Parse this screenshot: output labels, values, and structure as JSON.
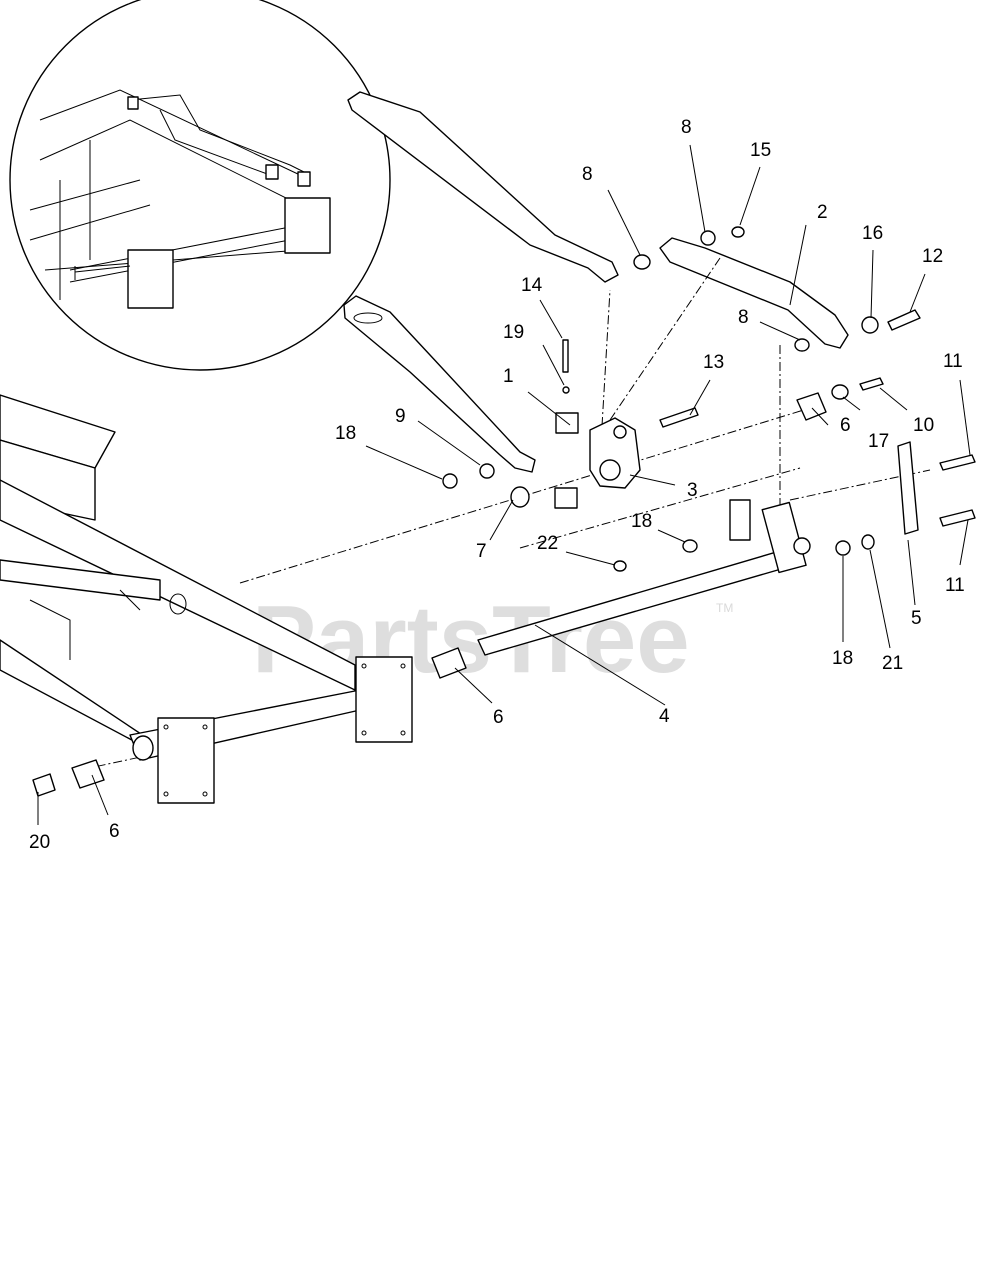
{
  "watermark": {
    "text": "PartsTree",
    "trademark": "TM"
  },
  "callouts": {
    "c1": "1",
    "c2": "2",
    "c3": "3",
    "c4": "4",
    "c5": "5",
    "c6a": "6",
    "c6b": "6",
    "c6c": "6",
    "c7": "7",
    "c8a": "8",
    "c8b": "8",
    "c8c": "8",
    "c9": "9",
    "c10": "10",
    "c11a": "11",
    "c11b": "11",
    "c12": "12",
    "c13": "13",
    "c14": "14",
    "c15": "15",
    "c16": "16",
    "c17": "17",
    "c18a": "18",
    "c18b": "18",
    "c18c": "18",
    "c19": "19",
    "c20": "20",
    "c21": "21",
    "c22": "22"
  }
}
